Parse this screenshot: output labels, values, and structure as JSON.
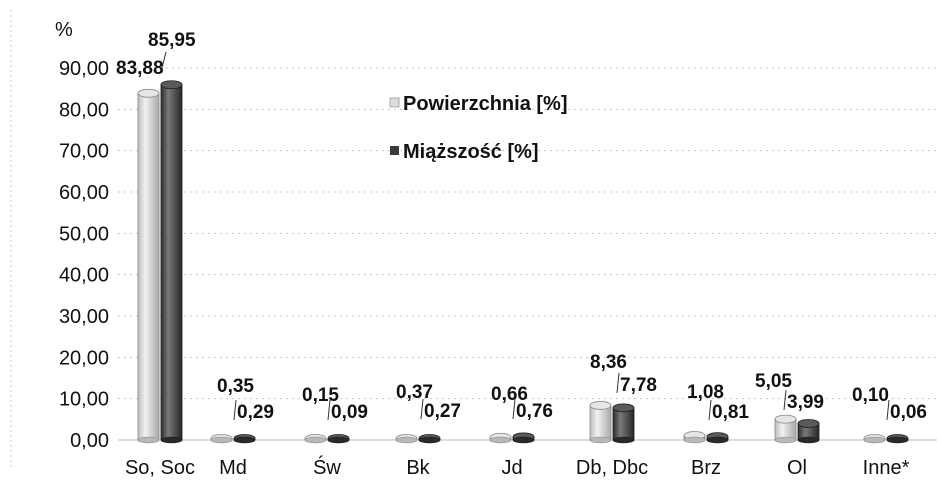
{
  "chart_data": {
    "type": "bar",
    "ylabel": "%",
    "ylim": [
      0,
      90
    ],
    "ytick_values": [
      0,
      10,
      20,
      30,
      40,
      50,
      60,
      70,
      80,
      90
    ],
    "ytick_labels": [
      "0,00",
      "10,00",
      "20,00",
      "30,00",
      "40,00",
      "50,00",
      "60,00",
      "70,00",
      "80,00",
      "90,00"
    ],
    "grid": true,
    "legend_position": "center",
    "categories": [
      "So, Soc",
      "Md",
      "Św",
      "Bk",
      "Jd",
      "Db, Dbc",
      "Brz",
      "Ol",
      "Inne*"
    ],
    "series": [
      {
        "name": "Powierzchnia [%]",
        "color": "#dcdcdc",
        "values": [
          83.88,
          0.35,
          0.15,
          0.37,
          0.66,
          8.36,
          1.08,
          5.05,
          0.1
        ],
        "labels": [
          "83,88",
          "0,35",
          "0,15",
          "0,37",
          "0,66",
          "8,36",
          "1,08",
          "5,05",
          "0,10"
        ]
      },
      {
        "name": "Miąższość [%]",
        "color": "#4a4a4a",
        "values": [
          85.95,
          0.29,
          0.09,
          0.27,
          0.76,
          7.78,
          0.81,
          3.99,
          0.06
        ],
        "labels": [
          "85,95",
          "0,29",
          "0,09",
          "0,27",
          "0,76",
          "7,78",
          "0,81",
          "3,99",
          "0,06"
        ]
      }
    ]
  }
}
